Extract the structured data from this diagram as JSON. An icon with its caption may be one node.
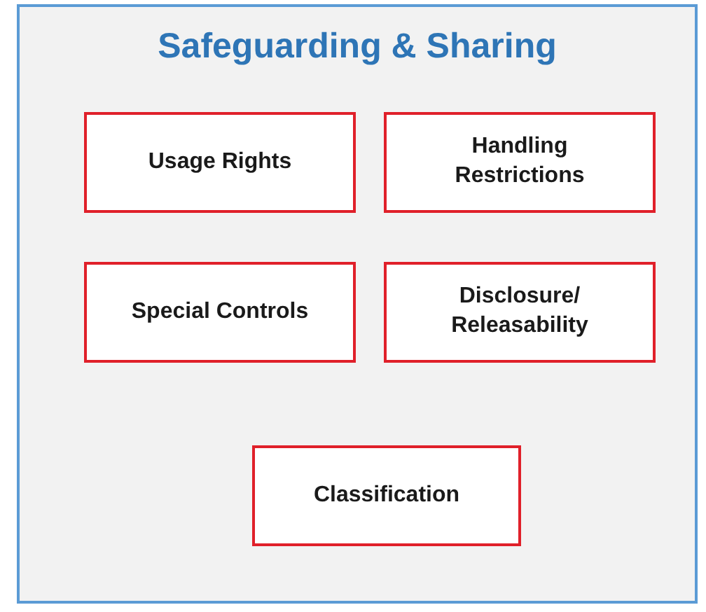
{
  "diagram": {
    "nodes": [
      {
        "text": [
          "Safeguarding & Sharing"
        ]
      },
      {
        "text": [
          "Usage Rights"
        ],
        "in": 0
      },
      {
        "text": [
          "Handling Restrictions"
        ],
        "in": 0
      },
      {
        "text": [
          "Special Controls"
        ],
        "in": 0
      },
      {
        "text": [
          "Disclosure/ Releasability"
        ],
        "in": 0
      },
      {
        "text": [
          "Classification"
        ],
        "in": 0
      }
    ]
  }
}
